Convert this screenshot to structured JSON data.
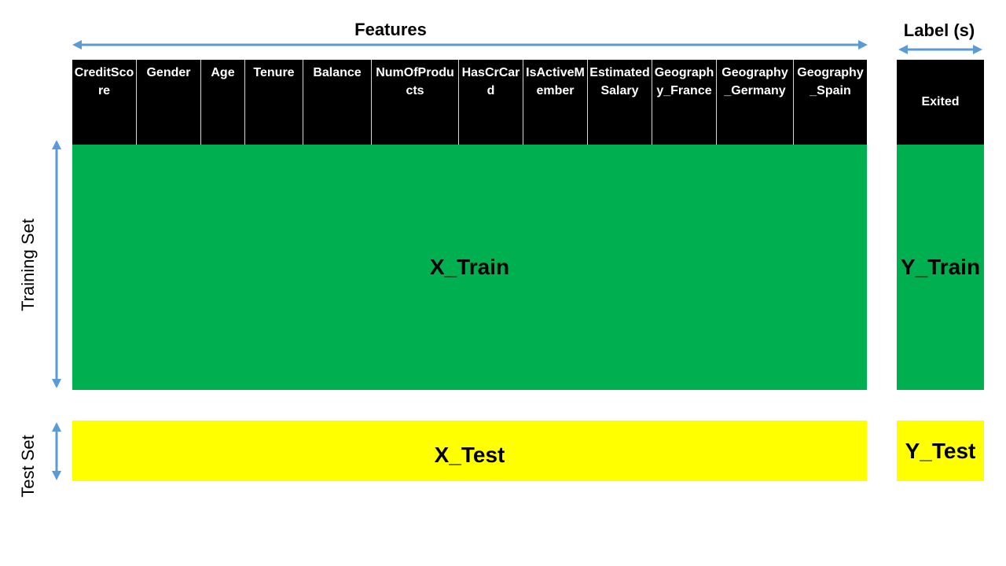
{
  "top": {
    "features_label": "Features",
    "labels_label": "Label (s)"
  },
  "feature_columns": [
    "CreditScore",
    "Gender",
    "Age",
    "Tenure",
    "Balance",
    "NumOfProducts",
    "HasCrCard",
    "IsActiveMember",
    "EstimatedSalary",
    "Geography_France",
    "Geography_Germany",
    "Geography_Spain"
  ],
  "label_column": "Exited",
  "blocks": {
    "x_train": "X_Train",
    "y_train": "Y_Train",
    "x_test": "X_Test",
    "y_test": "Y_Test"
  },
  "side": {
    "training_set": "Training Set",
    "test_set": "Test Set"
  },
  "colors": {
    "train": "#00b050",
    "test": "#ffff00",
    "header": "#000000",
    "arrow": "#5b9bd5"
  }
}
